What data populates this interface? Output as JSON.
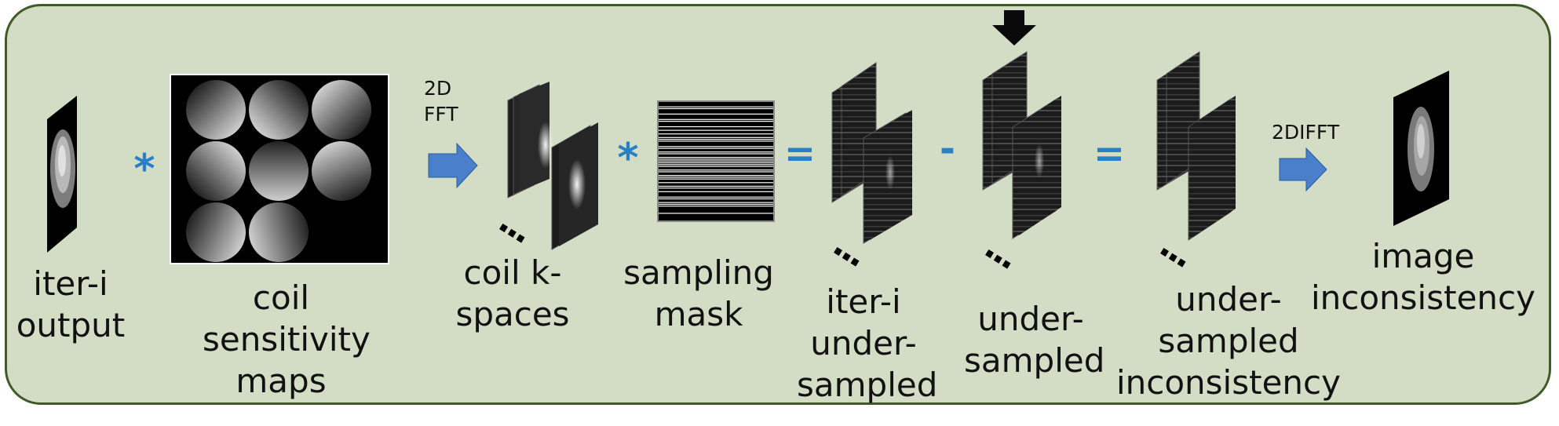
{
  "colors": {
    "panel_fill": "#d3ddc6",
    "panel_border": "#3f5a26",
    "operator": "#2a7fc5",
    "arrow": "#4a7fcc"
  },
  "labels": {
    "iter_output": "iter-i\noutput",
    "coil_maps": "coil\nsensitivity\nmaps",
    "coil_kspaces": "coil k-\nspaces",
    "sampling_mask": "sampling\nmask",
    "iter_undersampled": "iter-i\nunder-\nsampled",
    "undersampled": "under-\nsampled",
    "undersampled_inconsistency": "under-\nsampled\ninconsistency",
    "image_inconsistency": "image\ninconsistency"
  },
  "arrows": {
    "fft": "2D\nFFT",
    "ifft": "2DIFFT"
  },
  "operators": {
    "multiply_1": "*",
    "multiply_2": "*",
    "equals_1": "=",
    "minus": "-",
    "equals_2": "="
  },
  "ellipsis": "..."
}
